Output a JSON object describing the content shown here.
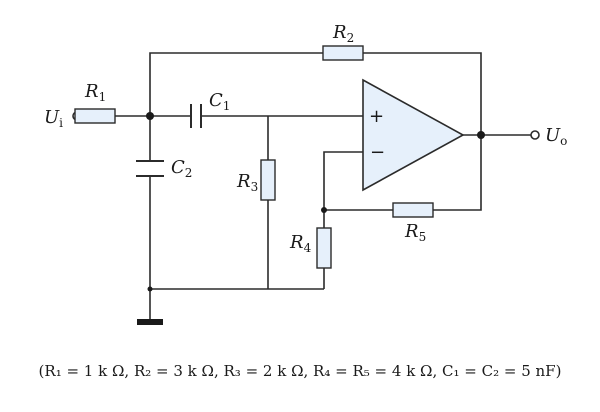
{
  "labels": {
    "R1": "R",
    "R1_sub": "1",
    "R2": "R",
    "R2_sub": "2",
    "R3": "R",
    "R3_sub": "3",
    "R4": "R",
    "R4_sub": "4",
    "R5": "R",
    "R5_sub": "5",
    "C1": "C",
    "C1_sub": "1",
    "C2": "C",
    "C2_sub": "2",
    "Ui": "U",
    "Ui_sub": "i",
    "Uo": "U",
    "Uo_sub": "o",
    "plus": "+",
    "minus": "−"
  },
  "caption": "(R₁ = 1 k Ω, R₂ = 3 k Ω, R₃ = 2 k Ω, R₄ = R₅ = 4 k Ω, C₁ = C₂ = 5 nF)",
  "colors": {
    "component_fill": "#e6f0fb",
    "wire": "#2b2b2b"
  }
}
